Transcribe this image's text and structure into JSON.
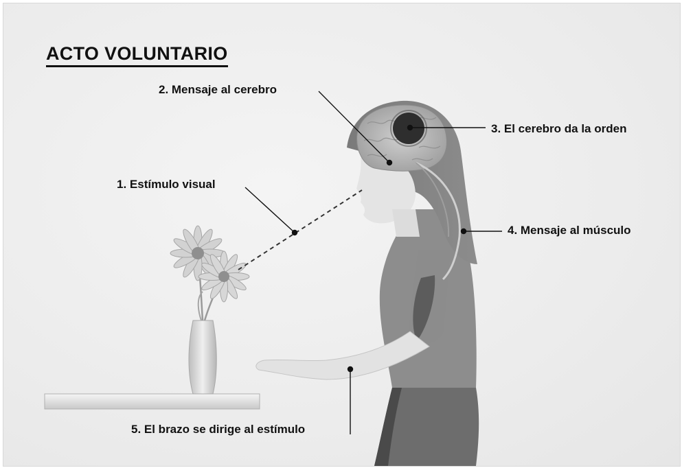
{
  "title": "ACTO VOLUNTARIO",
  "steps": [
    {
      "label": "1. Estímulo visual"
    },
    {
      "label": "2. Mensaje al cerebro"
    },
    {
      "label": "3. El cerebro da la orden"
    },
    {
      "label": "4. Mensaje al músculo"
    },
    {
      "label": "5. El brazo se dirige al estímulo"
    }
  ],
  "colors": {
    "background": "#ececec",
    "text": "#111111",
    "figure": "#8a8a8a",
    "hair": "#6e6e6e",
    "skin": "#e4e4e4",
    "brain": "#bdbdbd",
    "brain_center": "#2a2a2a"
  }
}
